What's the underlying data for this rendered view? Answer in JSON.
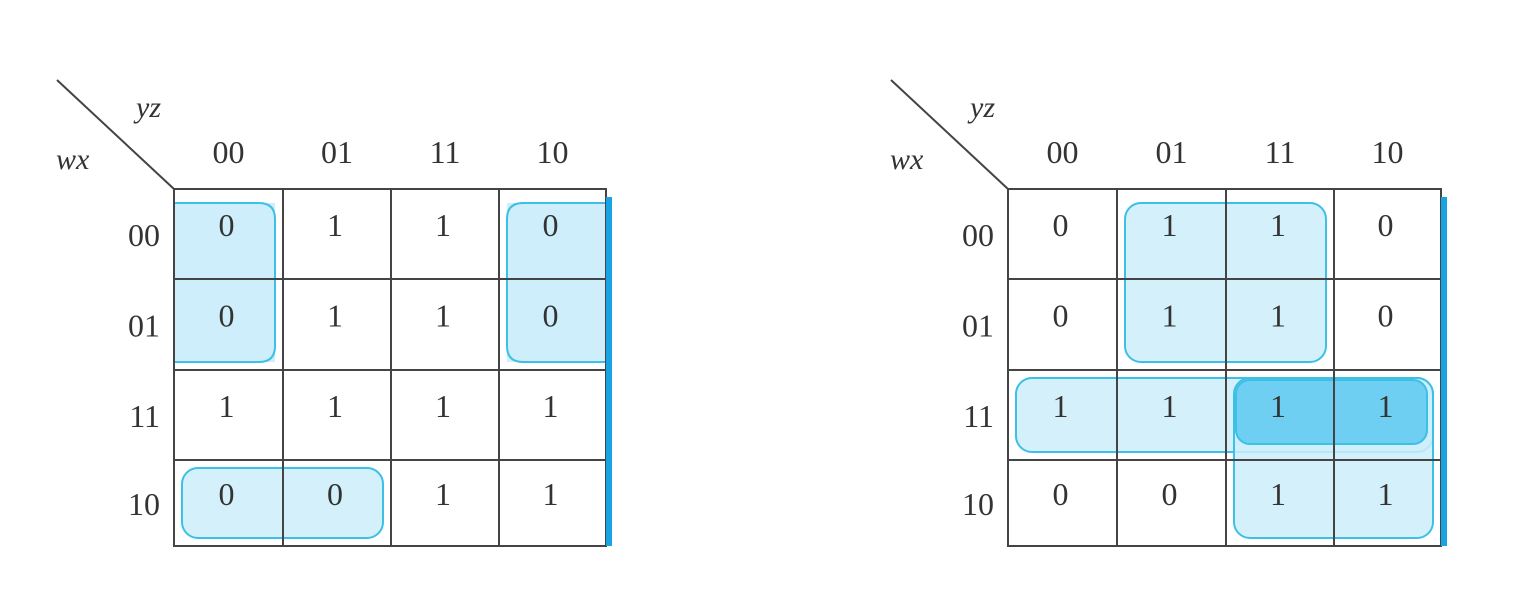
{
  "colors": {
    "group_fill": "#cdeefa",
    "group_stroke": "#3cc0e6",
    "overlap_fill": "#6fcff2",
    "accent_bar": "#1aa3e2",
    "grid": "#444444",
    "text": "#333333"
  },
  "maps": [
    {
      "row_var": "wx",
      "col_var": "yz",
      "col_labels": [
        "00",
        "01",
        "11",
        "10"
      ],
      "row_labels": [
        "00",
        "01",
        "11",
        "10"
      ],
      "cells": [
        [
          "0",
          "1",
          "1",
          "0"
        ],
        [
          "0",
          "1",
          "1",
          "0"
        ],
        [
          "1",
          "1",
          "1",
          "1"
        ],
        [
          "0",
          "0",
          "1",
          "1"
        ]
      ],
      "groups": [
        {
          "rows": [
            0,
            1
          ],
          "cols": [
            0,
            0
          ],
          "open": "left"
        },
        {
          "rows": [
            0,
            1
          ],
          "cols": [
            3,
            3
          ],
          "open": "right"
        },
        {
          "rows": [
            3,
            3
          ],
          "cols": [
            0,
            1
          ],
          "open": "none"
        }
      ]
    },
    {
      "row_var": "wx",
      "col_var": "yz",
      "col_labels": [
        "00",
        "01",
        "11",
        "10"
      ],
      "row_labels": [
        "00",
        "01",
        "11",
        "10"
      ],
      "cells": [
        [
          "0",
          "1",
          "1",
          "0"
        ],
        [
          "0",
          "1",
          "1",
          "0"
        ],
        [
          "1",
          "1",
          "1",
          "1"
        ],
        [
          "0",
          "0",
          "1",
          "1"
        ]
      ],
      "groups": [
        {
          "rows": [
            0,
            1
          ],
          "cols": [
            1,
            2
          ],
          "open": "none"
        },
        {
          "rows": [
            2,
            2
          ],
          "cols": [
            0,
            3
          ],
          "open": "none"
        },
        {
          "rows": [
            2,
            3
          ],
          "cols": [
            2,
            3
          ],
          "open": "none"
        }
      ],
      "overlap": {
        "rows": [
          2,
          2
        ],
        "cols": [
          2,
          3
        ]
      }
    }
  ]
}
